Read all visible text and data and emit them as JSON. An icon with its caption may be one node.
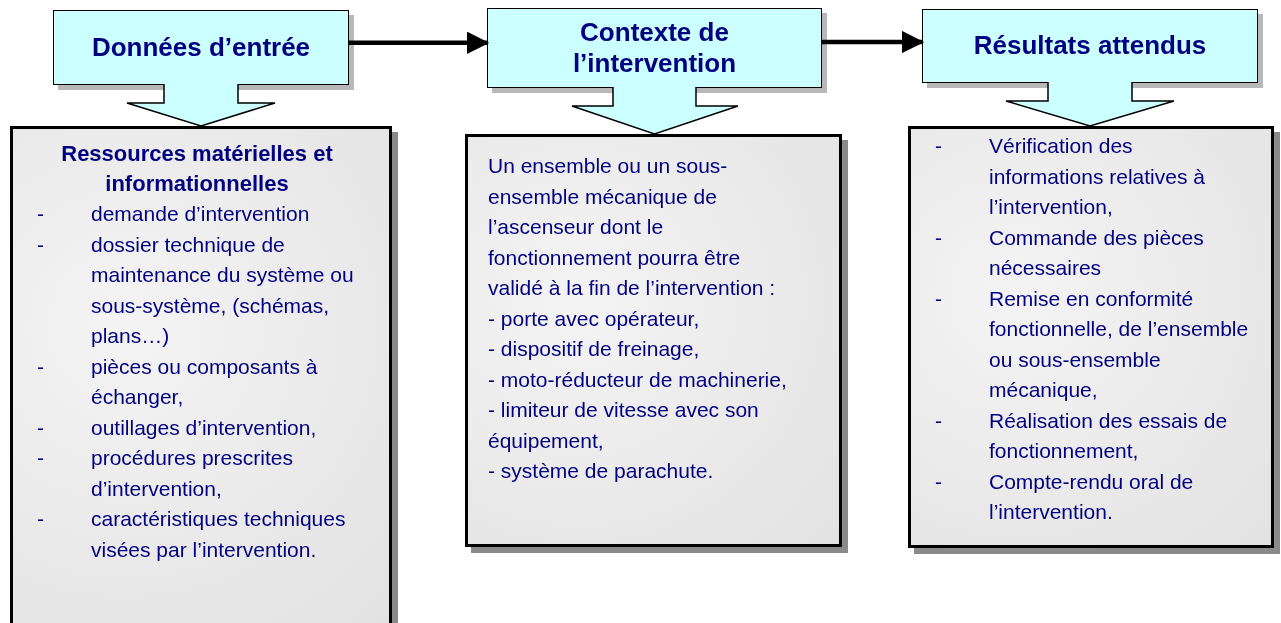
{
  "diagram": {
    "nodes": [
      {
        "text": [
          "Données d’entrée"
        ]
      },
      {
        "text": [
          "Contexte de l’intervention"
        ]
      },
      {
        "text": [
          "Résultats attendus"
        ]
      },
      {
        "text": [
          "Ressources matérielles et informationnelles",
          "-\tdemande d’intervention",
          "-\tdossier technique de maintenance du système ou sous-système, (schémas, plans…)",
          "-\tpièces ou composants à échanger,",
          "-\toutillages d’intervention,",
          "-\tprocédures prescrites d’intervention,",
          "-\tcaractéristiques techniques visées par l’intervention."
        ]
      },
      {
        "text": [
          "Un ensemble ou un sous-ensemble mécanique de l’ascenseur dont le fonctionnement pourra être validé à la fin de l’intervention :",
          "- porte avec opérateur,",
          "- dispositif de freinage,",
          "- moto-réducteur de machinerie,",
          "- limiteur de vitesse avec son équipement,",
          "- système de parachute."
        ]
      },
      {
        "text": [
          "-\tVérification des informations relatives à l’intervention,",
          "-\tCommande des pièces nécessaires",
          "-\tRemise en conformité fonctionnelle, de l’ensemble ou sous-ensemble mécanique,",
          "-\tRéalisation des essais de fonctionnement,",
          "-\tCompte-rendu oral de l’intervention."
        ]
      }
    ],
    "edges": [
      {
        "from": 0,
        "to": 1,
        "arrow": "to"
      },
      {
        "from": 1,
        "to": 2,
        "arrow": "to"
      },
      {
        "from": 0,
        "to": 3,
        "arrow": "to"
      },
      {
        "from": 1,
        "to": 4,
        "arrow": "to"
      },
      {
        "from": 2,
        "to": 5,
        "arrow": "to"
      }
    ]
  }
}
